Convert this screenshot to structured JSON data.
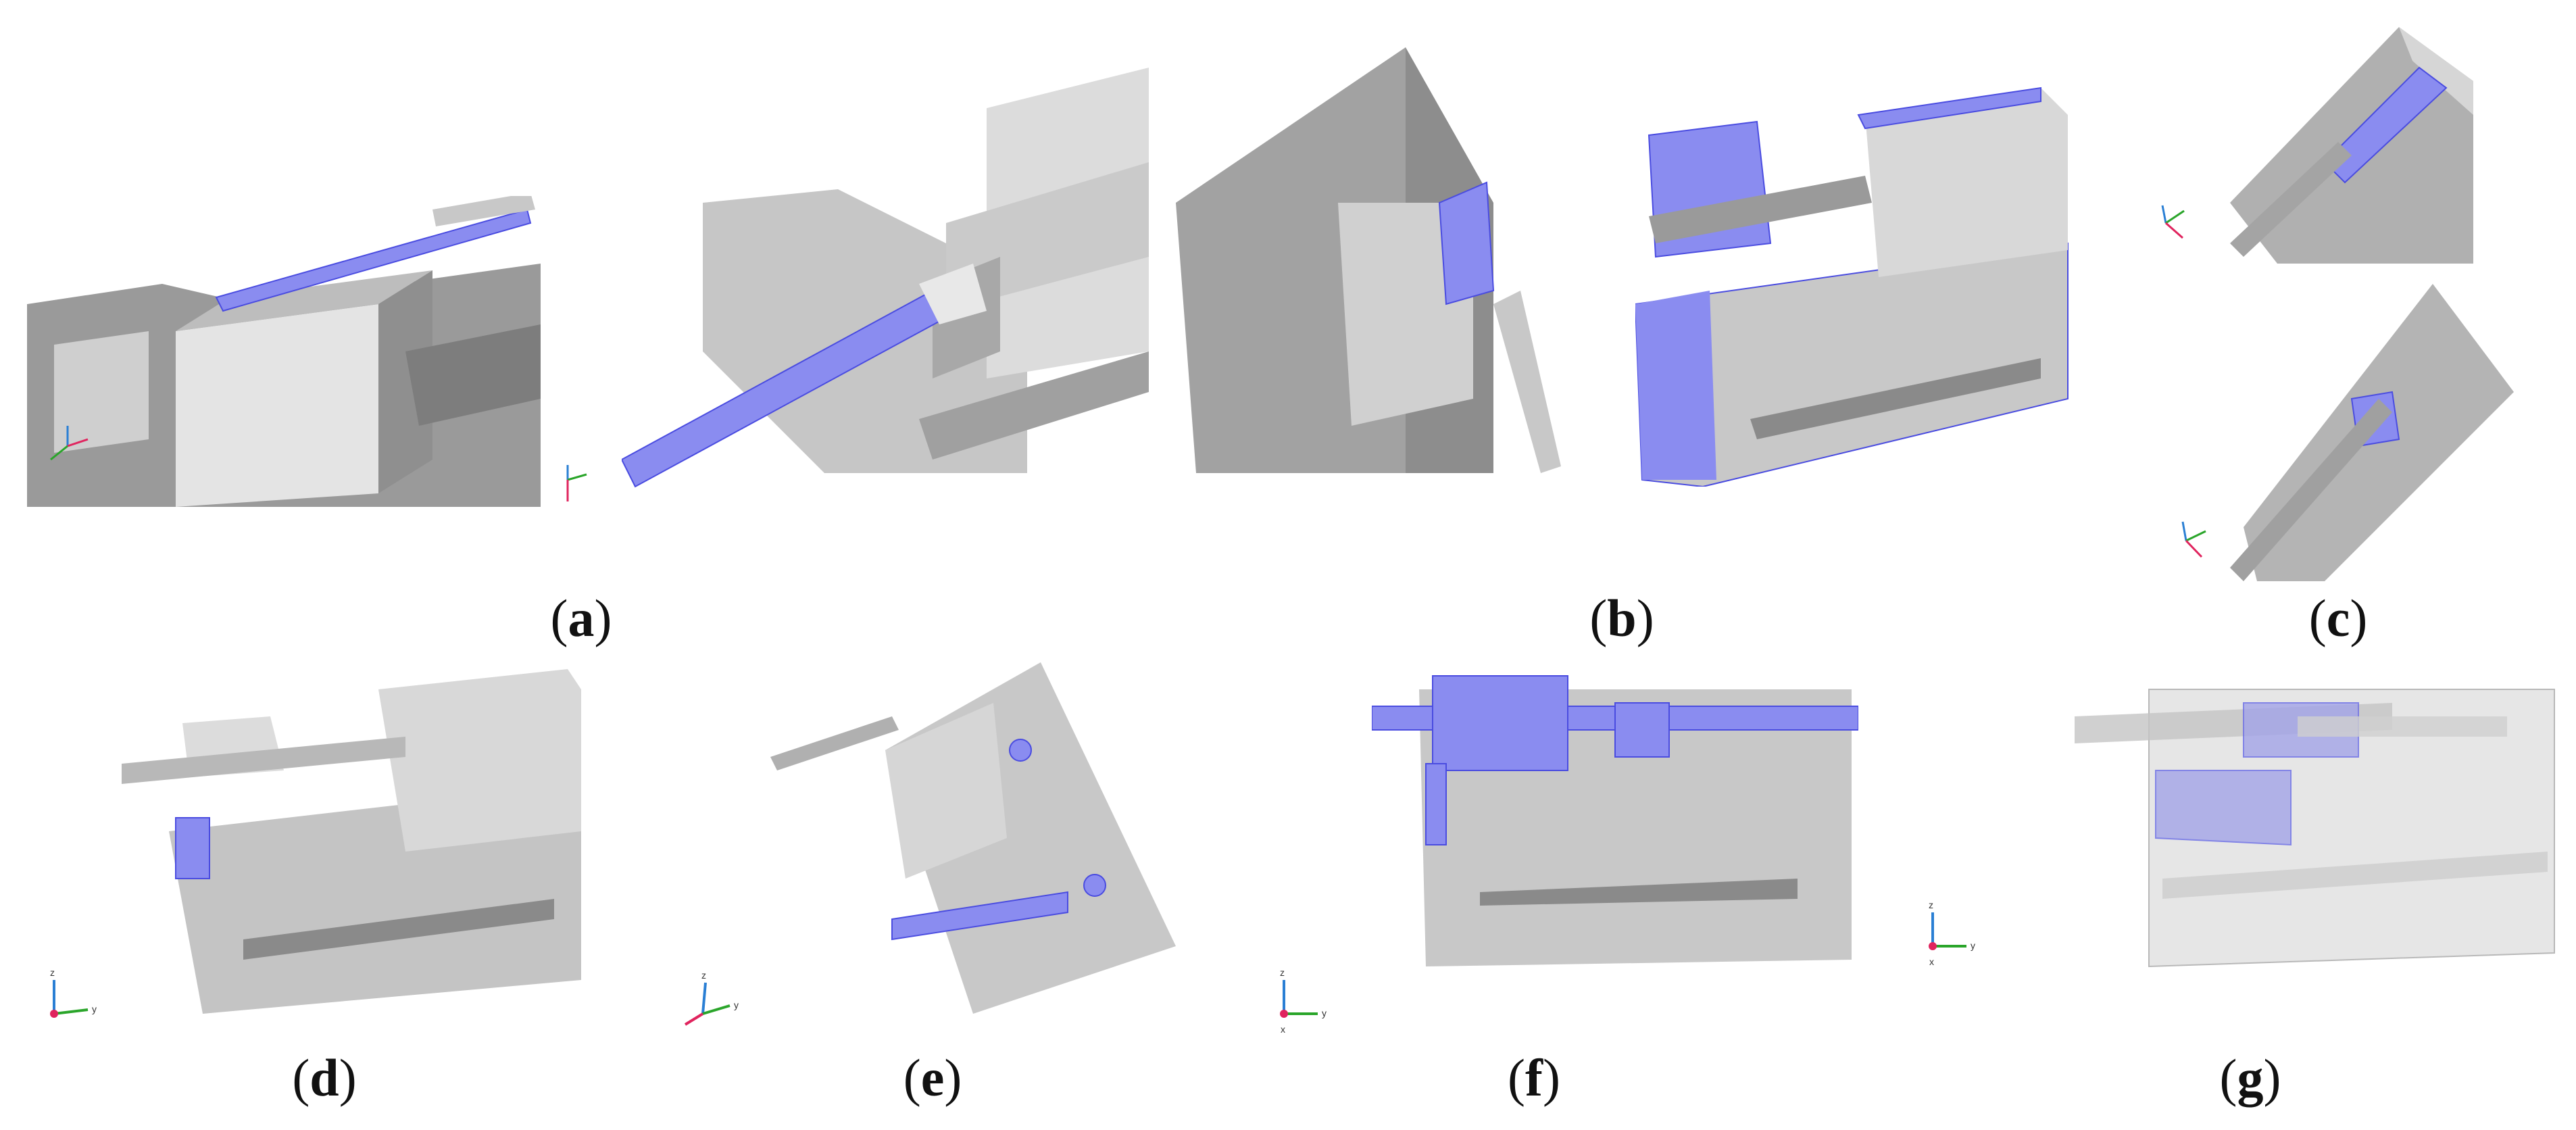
{
  "captions": {
    "a": {
      "open": "(",
      "letter": "a",
      "close": ")"
    },
    "b": {
      "open": "(",
      "letter": "b",
      "close": ")"
    },
    "c": {
      "open": "(",
      "letter": "c",
      "close": ")"
    },
    "d": {
      "open": "(",
      "letter": "d",
      "close": ")"
    },
    "e": {
      "open": "(",
      "letter": "e",
      "close": ")"
    },
    "f": {
      "open": "(",
      "letter": "f",
      "close": ")"
    },
    "g": {
      "open": "(",
      "letter": "g",
      "close": ")"
    }
  },
  "axis_letters": {
    "x": "x",
    "y": "y",
    "z": "z"
  },
  "colors": {
    "highlight": "#8a8cf0",
    "highlight_edge": "#4a4ce0",
    "body_light": "#d6d6d6",
    "body_mid": "#b4b4b4",
    "body_dark": "#8e8e8e",
    "axis_x": "#e0245e",
    "axis_y": "#2aa52a",
    "axis_z": "#2a7fd4"
  }
}
